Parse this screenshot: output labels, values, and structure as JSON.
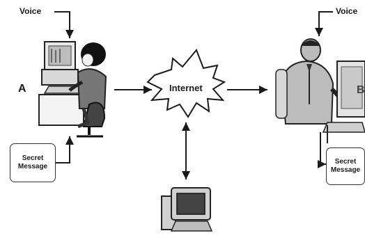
{
  "diagram": {
    "left": {
      "voice_label": "Voice",
      "node_label": "A",
      "message_line1": "Secret",
      "message_line2": "Message"
    },
    "center": {
      "cloud_label": "Internet"
    },
    "right": {
      "voice_label": "Voice",
      "node_label": "B",
      "message_line1": "Secret",
      "message_line2": "Message"
    }
  }
}
